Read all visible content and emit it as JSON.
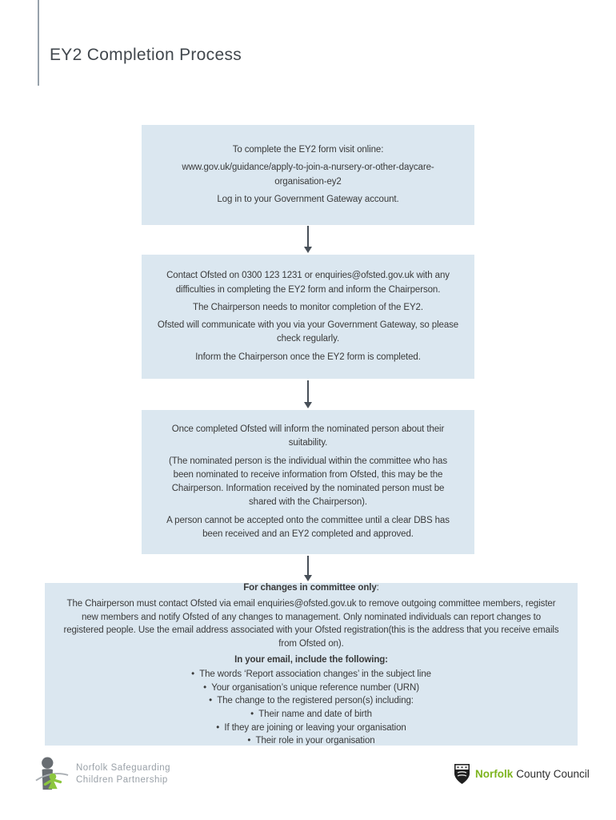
{
  "page": {
    "title": "EY2 Completion Process"
  },
  "flow": {
    "boxes": [
      {
        "paragraphs": [
          "To complete the EY2 form visit online:",
          "www.gov.uk/guidance/apply-to-join-a-nursery-or-other-daycare-organisation-ey2",
          "Log in to your Government Gateway account."
        ]
      },
      {
        "paragraphs": [
          "Contact Ofsted on 0300 123 1231 or enquiries@ofsted.gov.uk with any difficulties in completing the EY2 form and inform the Chairperson.",
          "The Chairperson needs to monitor completion of the EY2.",
          "Ofsted will communicate with you via your Government Gateway, so please check regularly.",
          "Inform the Chairperson once the EY2 form is completed."
        ]
      },
      {
        "paragraphs": [
          "Once completed Ofsted will inform the nominated person about their suitability.",
          "(The nominated person is the individual within the committee who has been nominated to receive information from Ofsted, this may be the Chairperson. Information received by the nominated person must be shared with the Chairperson).",
          "A person cannot be accepted onto the committee until a clear DBS has been received and an EY2 completed and approved."
        ]
      }
    ],
    "committee_box": {
      "heading": "For changes in committee only",
      "heading_colon": ":",
      "body": "The Chairperson must contact Ofsted via email enquiries@ofsted.gov.uk to remove outgoing committee members, register new members and notify Ofsted of any changes to management. Only nominated individuals can report changes to registered people. Use the email address associated with your Ofsted registration(this is the address that you receive emails from Ofsted on).",
      "subheading": "In your email, include the following:",
      "bullets": [
        "The words ‘Report association changes’ in the subject line",
        "Your organisation’s unique reference number (URN)",
        "The change to the registered person(s) including:",
        "Their name and date of birth",
        "If they are joining or leaving your organisation",
        "Their role in your organisation"
      ]
    }
  },
  "footer": {
    "nscp": {
      "line1": "Norfolk Safeguarding",
      "line2": "Children Partnership"
    },
    "ncc": {
      "name_bold": "Norfolk",
      "name_rest": "County Council"
    }
  },
  "colors": {
    "box_fill": "#dbe7f0",
    "arrow": "#474f58",
    "title_text": "#41474d",
    "body_text": "#3a3a3a",
    "nscp_gray": "#9aa1a8",
    "nscp_icon_gray": "#686d72",
    "brand_green": "#7db41e",
    "child_green": "#8cc63e",
    "shield_dark": "#1f1f1f"
  }
}
